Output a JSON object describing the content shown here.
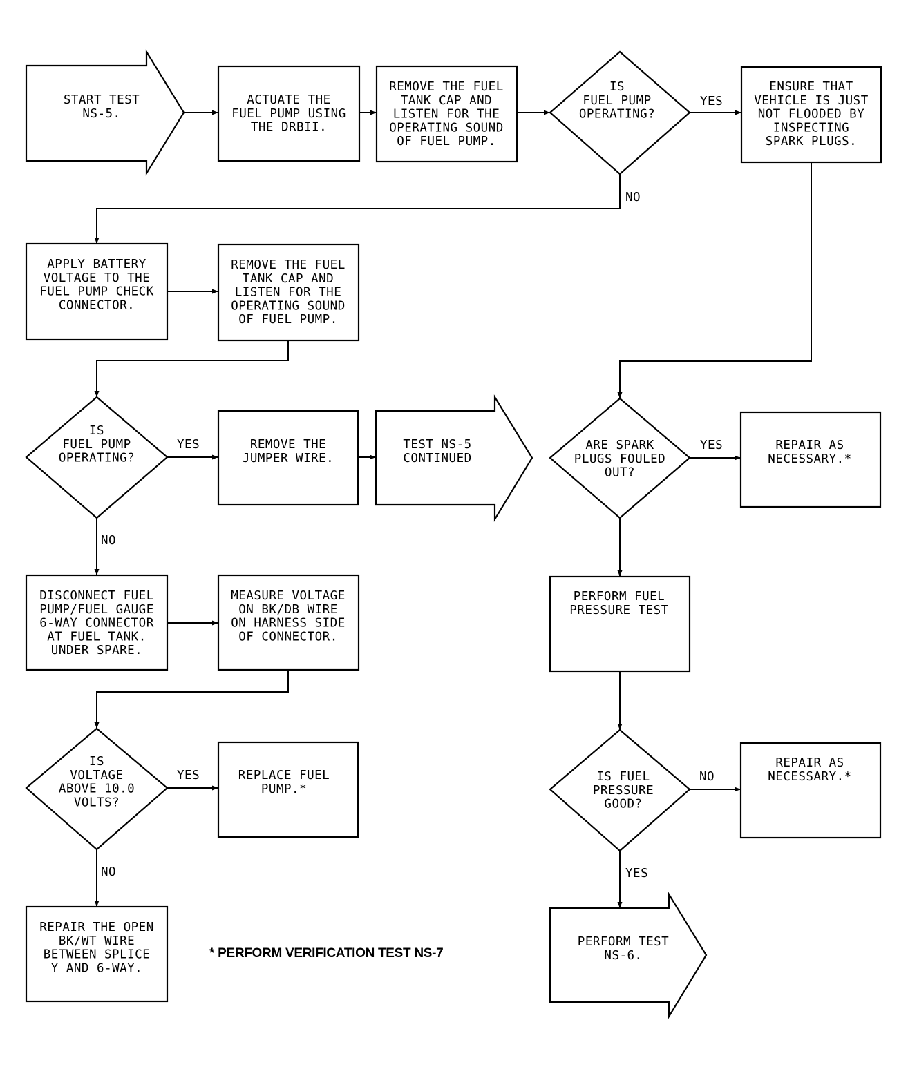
{
  "nodes": {
    "start_test": [
      "START TEST",
      "NS-5."
    ],
    "actuate_pump": [
      "ACTUATE THE",
      "FUEL PUMP USING",
      "THE DRBII."
    ],
    "remove_cap_1": [
      "REMOVE THE FUEL",
      "TANK CAP AND",
      "LISTEN FOR THE",
      "OPERATING SOUND",
      "OF FUEL PUMP."
    ],
    "pump_operating_1": [
      "IS",
      "FUEL PUMP",
      "OPERATING?"
    ],
    "ensure_not_flooded": [
      "ENSURE THAT",
      "VEHICLE IS JUST",
      "NOT FLOODED BY",
      "INSPECTING",
      "SPARK PLUGS."
    ],
    "apply_battery": [
      "APPLY BATTERY",
      "VOLTAGE TO THE",
      "FUEL PUMP CHECK",
      "CONNECTOR."
    ],
    "remove_cap_2": [
      "REMOVE THE FUEL",
      "TANK CAP AND",
      "LISTEN FOR THE",
      "OPERATING SOUND",
      "OF FUEL PUMP."
    ],
    "pump_operating_2": [
      "IS",
      "FUEL PUMP",
      "OPERATING?"
    ],
    "remove_jumper": [
      "REMOVE THE",
      "JUMPER WIRE."
    ],
    "test_continued": [
      "TEST NS-5",
      "CONTINUED"
    ],
    "spark_fouled": [
      "ARE SPARK",
      "PLUGS FOULED",
      "OUT?"
    ],
    "repair_1": [
      "REPAIR AS",
      "NECESSARY.*"
    ],
    "disconnect": [
      "DISCONNECT FUEL",
      "PUMP/FUEL GAUGE",
      "6-WAY CONNECTOR",
      "AT FUEL TANK.",
      "UNDER SPARE."
    ],
    "measure_voltage": [
      "MEASURE VOLTAGE",
      "ON BK/DB WIRE",
      "ON HARNESS SIDE",
      "OF CONNECTOR."
    ],
    "fuel_pressure_test": [
      "PERFORM FUEL",
      "PRESSURE TEST"
    ],
    "voltage_above": [
      "IS",
      "VOLTAGE",
      "ABOVE 10.0",
      "VOLTS?"
    ],
    "replace_pump": [
      "REPLACE FUEL",
      "PUMP.*"
    ],
    "pressure_good": [
      "IS FUEL",
      "PRESSURE",
      "GOOD?"
    ],
    "repair_2": [
      "REPAIR AS",
      "NECESSARY.*"
    ],
    "repair_open": [
      "REPAIR THE OPEN",
      "BK/WT WIRE",
      "BETWEEN SPLICE",
      "Y AND 6-WAY."
    ],
    "perform_ns6": [
      "PERFORM TEST",
      "NS-6."
    ]
  },
  "labels": {
    "yes": "YES",
    "no": "NO"
  },
  "footnote": "* PERFORM VERIFICATION TEST NS-7"
}
